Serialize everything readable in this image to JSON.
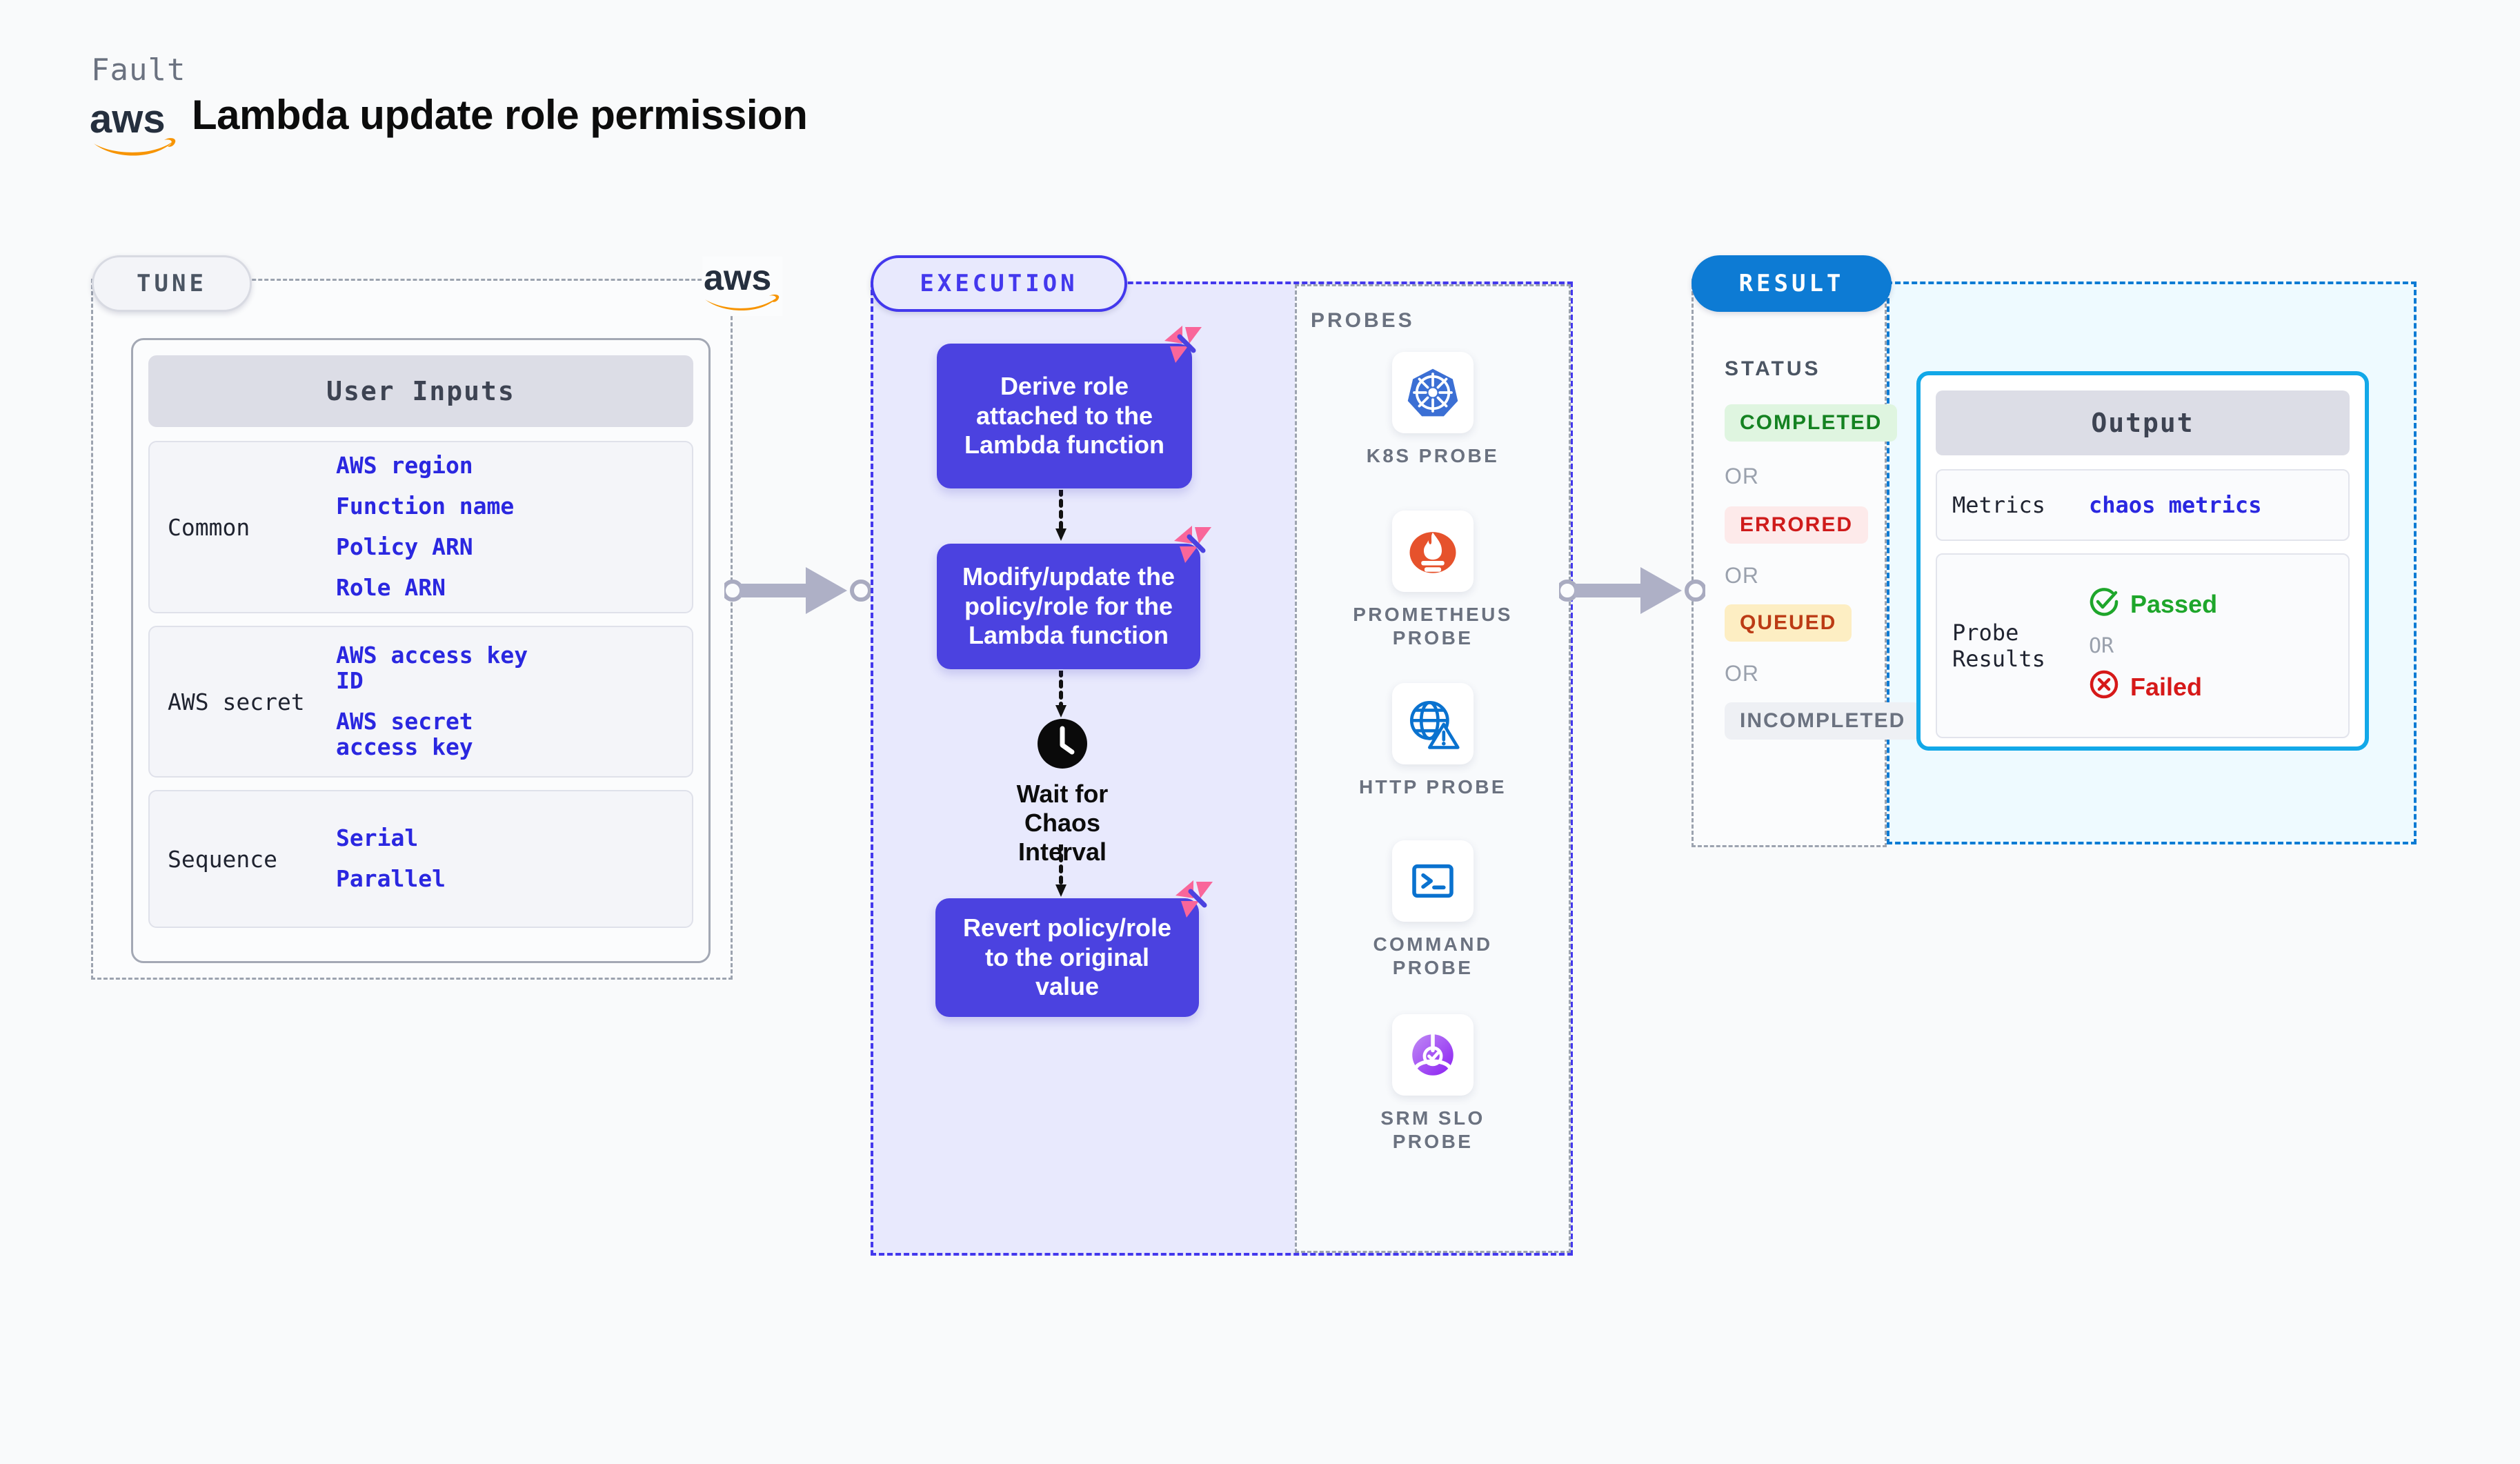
{
  "header": {
    "kicker": "Fault",
    "title": "Lambda update role permission",
    "logo_icon": "aws-logo-icon"
  },
  "sections": {
    "tune": {
      "badge": "TUNE",
      "corner_logo_icon": "aws-logo-icon"
    },
    "execution": {
      "badge": "EXECUTION"
    },
    "result": {
      "badge": "RESULT"
    }
  },
  "tune": {
    "card_title": "User Inputs",
    "groups": [
      {
        "label": "Common",
        "values": [
          "AWS region",
          "Function name",
          "Policy ARN",
          "Role ARN"
        ]
      },
      {
        "label": "AWS secret",
        "values": [
          "AWS access key ID",
          "AWS secret access key"
        ]
      },
      {
        "label": "Sequence",
        "values": [
          "Serial",
          "Parallel"
        ]
      }
    ]
  },
  "execution": {
    "nodes": [
      {
        "text": "Derive role attached to the Lambda function",
        "badge_icon": "litmus-logo-icon"
      },
      {
        "text": "Modify/update the policy/role for the Lambda function",
        "badge_icon": "litmus-logo-icon"
      },
      {
        "text": "Revert policy/role to the original value",
        "badge_icon": "litmus-logo-icon"
      }
    ],
    "wait": {
      "icon": "clock-icon",
      "label": "Wait for Chaos Interval"
    }
  },
  "probes": {
    "title": "PROBES",
    "items": [
      {
        "label": "K8S PROBE",
        "icon": "kubernetes-icon"
      },
      {
        "label": "PROMETHEUS PROBE",
        "icon": "prometheus-icon"
      },
      {
        "label": "HTTP PROBE",
        "icon": "http-globe-warning-icon"
      },
      {
        "label": "COMMAND PROBE",
        "icon": "terminal-icon"
      },
      {
        "label": "SRM SLO PROBE",
        "icon": "srm-slo-icon"
      }
    ]
  },
  "result": {
    "status_title": "STATUS",
    "or_label": "OR",
    "statuses": [
      {
        "label": "COMPLETED",
        "bg": "#dff5e0",
        "fg": "#148221"
      },
      {
        "label": "ERRORED",
        "bg": "#fdeaea",
        "fg": "#cf1b1b"
      },
      {
        "label": "QUEUED",
        "bg": "#fdeec3",
        "fg": "#bc3b15"
      },
      {
        "label": "INCOMPLETED",
        "bg": "#eef0f4",
        "fg": "#6b7280"
      }
    ],
    "output": {
      "card_title": "Output",
      "metrics_label": "Metrics",
      "metrics_value": "chaos metrics",
      "probe_label": "Probe Results",
      "passed_label": "Passed",
      "failed_label": "Failed",
      "or_label": "OR",
      "passed_icon": "check-circle-icon",
      "failed_icon": "x-circle-icon"
    }
  },
  "colors": {
    "accent_indigo": "#4338ed",
    "node_fill": "#4b42e0",
    "result_blue": "#0d7bd4",
    "output_cyan": "#12a8e8",
    "litmus_pink": "#f9669a",
    "aws_orange": "#f79400"
  },
  "connectors": {
    "icon": "arrow-right-icon",
    "count": 2
  }
}
